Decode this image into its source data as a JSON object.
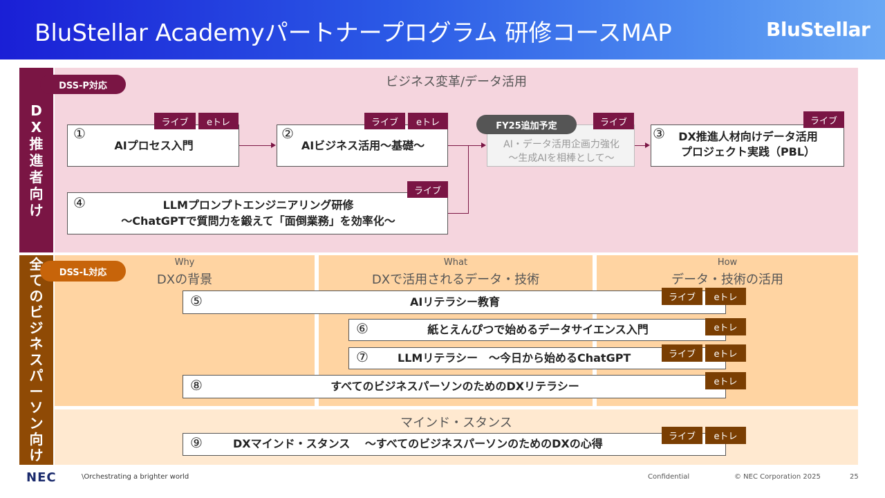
{
  "header": {
    "title": "BluStellar Academyパートナープログラム 研修コースMAP",
    "brand": "BluStellar"
  },
  "colors": {
    "dx_section": "#7a1544",
    "business_section": "#8f4a05",
    "pink_bg": "#f5d5de",
    "orange_bg": "#ffd4a2",
    "light_orange_bg": "#ffe9d0"
  },
  "sidebars": {
    "dx": [
      "D",
      "X",
      "推",
      "進",
      "者",
      "向",
      "け"
    ],
    "all": [
      "全",
      "て",
      "の",
      "ビ",
      "ジ",
      "ネ",
      "ス",
      "パ",
      "ー",
      "ソ",
      "ン",
      "向",
      "け"
    ]
  },
  "badges": {
    "dss_p": "DSS-P対応",
    "dss_l": "DSS-L対応",
    "fy25": "FY25追加予定"
  },
  "sections": {
    "business": "ビジネス変革/データ活用",
    "why_sub": "Why",
    "why": "DXの背景",
    "what_sub": "What",
    "what": "DXで活用されるデータ・技術",
    "how_sub": "How",
    "how": "データ・技術の活用",
    "mind": "マインド・スタンス"
  },
  "tags": {
    "live": "ライブ",
    "etore": "eトレ"
  },
  "courses": {
    "c1": {
      "num": "①",
      "title": "AIプロセス入門"
    },
    "c2": {
      "num": "②",
      "title": "AIビジネス活用～基礎～"
    },
    "planned": {
      "line1": "AI・データ活用企画力強化",
      "line2": "～生成AIを相棒として～"
    },
    "c3": {
      "num": "③",
      "line1": "DX推進人材向けデータ活用",
      "line2": "プロジェクト実践（PBL）"
    },
    "c4": {
      "num": "④",
      "line1": "LLMプロンプトエンジニアリング研修",
      "line2": "～ChatGPTで質問力を鍛えて「面倒業務」を効率化～"
    },
    "c5": {
      "num": "⑤",
      "title": "AIリテラシー教育"
    },
    "c6": {
      "num": "⑥",
      "title": "紙とえんぴつで始めるデータサイエンス入門"
    },
    "c7": {
      "num": "⑦",
      "title": "LLMリテラシー　～今日から始めるChatGPT"
    },
    "c8": {
      "num": "⑧",
      "title": "すべてのビジネスパーソンのためのDXリテラシー"
    },
    "c9": {
      "num": "⑨",
      "title": "DXマインド・スタンス　 ～すべてのビジネスパーソンのためのDXの心得"
    }
  },
  "footer": {
    "logo": "NEC",
    "tagline": "\\Orchestrating a brighter world",
    "confidential": "Confidential",
    "copyright": "© NEC Corporation 2025",
    "page": "25"
  }
}
